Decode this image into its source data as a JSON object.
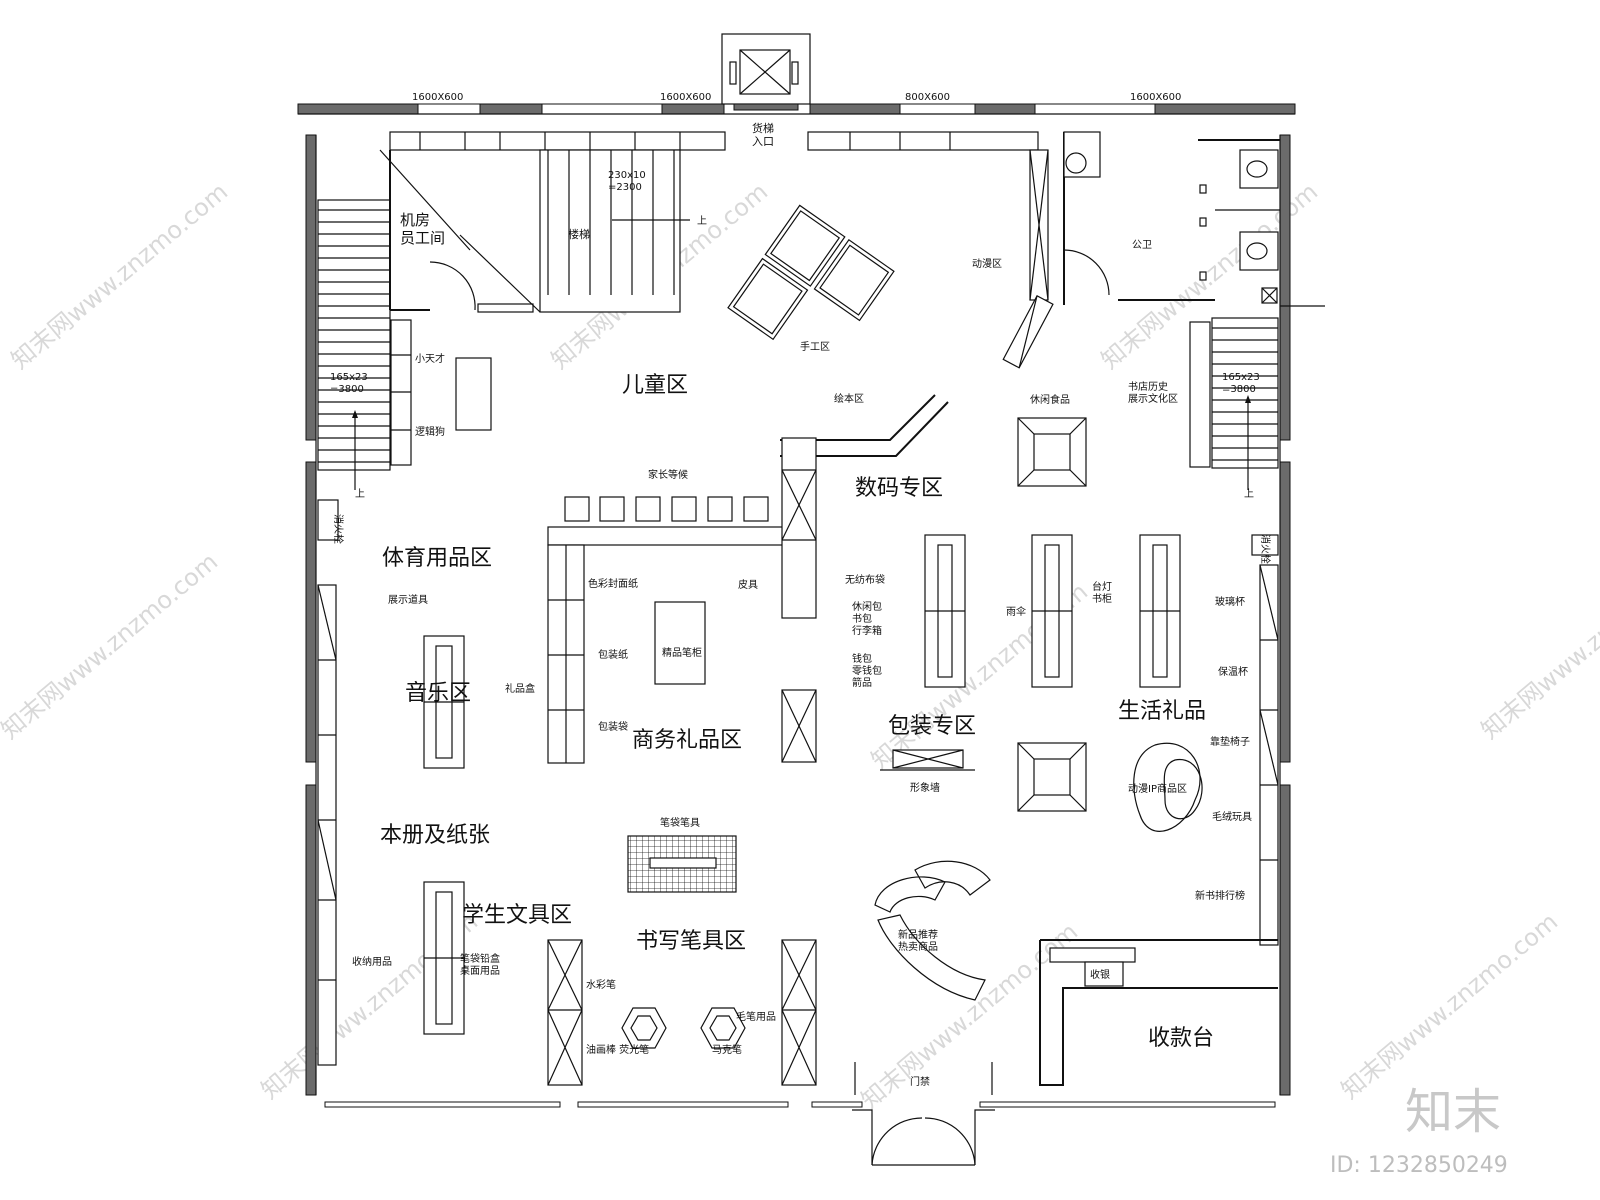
{
  "zones": {
    "children": "儿童区",
    "digital": "数码专区",
    "sports": "体育用品区",
    "music": "音乐区",
    "business_gift": "商务礼品区",
    "packaging": "包装专区",
    "life_gift": "生活礼品",
    "notebook": "本册及纸张",
    "student": "学生文具区",
    "writing": "书写笔具区",
    "cashier": "收款台"
  },
  "labels": {
    "cargo_entry": "货梯\n入口",
    "machine_room": "机房\n员工间",
    "stairs_mid": "楼梯",
    "stair_spec_top": "230x10\n=2300",
    "stair_spec_left": "165x23\n=3800",
    "stair_spec_right": "165x23\n=3800",
    "up_mark": "上",
    "toilet": "公卫",
    "tech_area": "动漫区",
    "craft_area": "手工区",
    "painting": "绘本区",
    "parent_wait": "家长等候",
    "small_talent": "小天才",
    "logic": "逻辑狗",
    "fire_left": "消火栓",
    "fire_right": "消火栓",
    "display_props": "展示道具",
    "color_cover": "色彩封面纸",
    "leather": "皮具",
    "pack_paper": "包装纸",
    "pen_cabinet": "精品笔柜",
    "gift_box": "礼品盒",
    "pack_bag": "包装袋",
    "bags": "无纺布袋",
    "casual_bags": "休闲包\n书包\n行李箱",
    "wallet": "钱包\n零钱包\n箭品",
    "sun_umbrella": "雨伞",
    "desk_lamp": "台灯\n书柜",
    "cups": "玻璃杯",
    "thermos": "保温杯",
    "pillow": "靠垫椅子",
    "plush": "毛绒玩具",
    "ip_goods": "动漫IP商品区",
    "new_books": "新书排行榜",
    "pens_tools": "笔袋笔具",
    "shape_wall": "形象墙",
    "study_lamps": "收纳用品",
    "pencil_case": "笔袋铅盒\n桌面用品",
    "watercolor": "水彩笔",
    "oil_paint": "油画棒 荧光笔",
    "marker": "马克笔",
    "brush": "毛笔用品",
    "new_products": "新品推荐\n热卖商品",
    "cash_small": "收银",
    "door": "门禁",
    "health_food": "休闲食品",
    "culture": "书店历史\n展示文化区"
  },
  "dims": {
    "w1": "1600X600",
    "w2": "1600X600",
    "w3": "800X600",
    "w4": "1600X600"
  },
  "watermark": "知末网www.znzmo.com",
  "brand": "知末",
  "image_id": "ID: 1232850249"
}
